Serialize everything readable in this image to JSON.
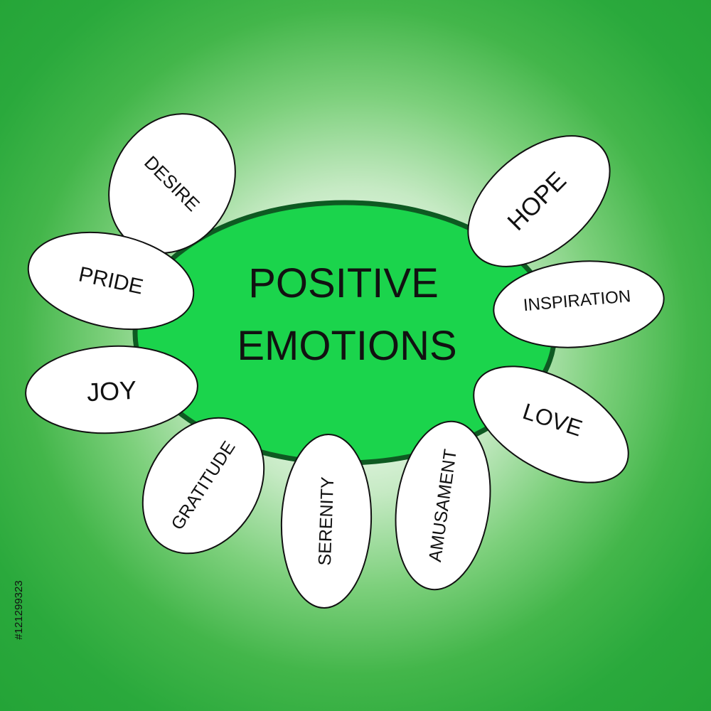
{
  "diagram": {
    "center": {
      "line1": "POSITIVE",
      "line2": "EMOTIONS"
    },
    "petals": [
      {
        "label": "DESIRE"
      },
      {
        "label": "PRIDE"
      },
      {
        "label": "JOY"
      },
      {
        "label": "GRATITUDE"
      },
      {
        "label": "SERENITY"
      },
      {
        "label": "AMUSAMENT"
      },
      {
        "label": "LOVE"
      },
      {
        "label": "INSPIRATION"
      },
      {
        "label": "HOPE"
      }
    ],
    "watermark": "#121299323"
  },
  "colors": {
    "center_fill": "#1bd44c",
    "center_stroke": "#0e5a22",
    "petal_fill": "#ffffff",
    "background_edge": "#24a437",
    "background_center": "#ffffff"
  }
}
